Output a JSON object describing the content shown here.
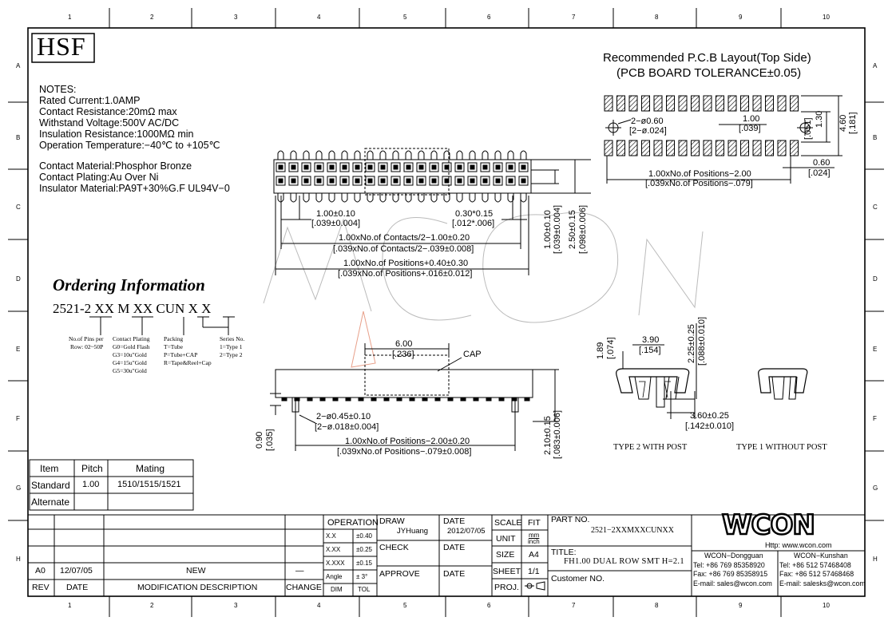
{
  "frame": {
    "col_labels": [
      "1",
      "2",
      "3",
      "4",
      "5",
      "6",
      "7",
      "8",
      "9",
      "10"
    ],
    "row_labels": [
      "A",
      "B",
      "C",
      "D",
      "E",
      "F",
      "G",
      "H"
    ]
  },
  "logo_text": "HSF",
  "watermark_text": "WCON",
  "notes": {
    "heading": "NOTES:",
    "lines": [
      "Rated Current:1.0AMP",
      "Contact Resistance:20mΩ max",
      "Withstand Voltage:500V AC/DC",
      "Insulation Resistance:1000MΩ min",
      "Operation Temperature:−40℃ to +105℃"
    ],
    "material_lines": [
      "Contact Material:Phosphor Bronze",
      "Contact Plating:Au Over Ni",
      "Insulator Material:PA9T+30%G.F UL94V−0"
    ]
  },
  "ordering": {
    "title": "Ordering Information",
    "part_prefix": "2521-2",
    "code_xx1": "XX",
    "code_m": "M",
    "code_xx2": "XX",
    "code_cun": "CUN",
    "code_x1": "X",
    "code_x2": "X",
    "pins_lines": [
      "No.of Pins per",
      "Row: 02~50P"
    ],
    "plating_lines": [
      "Contact Plating",
      "G0=Gold Flash",
      "G3=10u\"Gold",
      "G4=15u\"Gold",
      "G5=30u\"Gold"
    ],
    "packing_lines": [
      "Packing",
      "T=Tube",
      "P=Tube+CAP",
      "R=Tape&Reel+Cap"
    ],
    "series_lines": [
      "Series No.",
      "1=Type 1",
      "2=Type 2"
    ]
  },
  "pcb": {
    "title": "Recommended P.C.B Layout(Top Side)",
    "tolerance": "(PCB BOARD TOLERANCE±0.05)",
    "hole_dim_mm": "2−ø0.60",
    "hole_dim_in": "[2−ø.024]",
    "pitch_mm": "1.00",
    "pitch_in": "[.039]",
    "row_mm": "1.30",
    "row_in": "[.051]",
    "span_mm": "4.60",
    "span_in": "[.181]",
    "pad_mm": "0.60",
    "pad_in": "[.024]",
    "len_mm": "1.00xNo.of Positions−2.00",
    "len_in": "[.039xNo.of Positions−.079]"
  },
  "top_view": {
    "pitch_mm": "1.00±0.10",
    "pitch_in": "[.039±0.004]",
    "pin_mm": "0.30*0.15",
    "pin_in": "[.012*.006]",
    "contacts_mm": "1.00xNo.of Contacts/2−1.00±0.20",
    "contacts_in": "[.039xNo.of Contacts/2−.039±0.008]",
    "positions_mm": "1.00xNo.of Positions+0.40±0.30",
    "positions_in": "[.039xNo.of Positions+.016±0.012]",
    "v1_mm": "1.00±0.10",
    "v1_in": "[.039±0.004]",
    "v2_mm": "2.50±0.15",
    "v2_in": "[.098±0.006]"
  },
  "side_view": {
    "cap_mm": "6.00",
    "cap_in": "[.236]",
    "cap_label": "CAP",
    "post_mm": "2−ø0.45±0.10",
    "post_in": "[2−ø.018±0.004]",
    "len_mm": "1.00xNo.of Positions−2.00±0.20",
    "len_in": "[.039xNo.of Positions−.079±0.008]",
    "h_mm": "0.90",
    "h_in": "[.035]",
    "post_h_mm": "2.10±0.15",
    "post_h_in": "[.083±0.006]"
  },
  "end_view": {
    "d1_mm": "1.89",
    "d1_in": "[.074]",
    "d2_mm": "3.90",
    "d2_in": "[.154]",
    "d3_mm": "2.25±0.25",
    "d3_in": "[.088±0.010]",
    "d4_mm": "3.60±0.25",
    "d4_in": "[.142±0.010]",
    "type2": "TYPE 2 WITH POST",
    "type1": "TYPE 1 WITHOUT POST"
  },
  "pitch_table": {
    "headers": [
      "Item",
      "Pitch",
      "Mating"
    ],
    "rows": [
      [
        "Standard",
        "1.00",
        "1510/1515/1521"
      ],
      [
        "Alternate",
        "",
        ""
      ]
    ]
  },
  "title_block": {
    "rev_entry": {
      "rev": "A0",
      "date": "12/07/05",
      "desc": "NEW",
      "change": "—"
    },
    "rev_headers": {
      "rev": "REV",
      "date": "DATE",
      "desc": "MODIFICATION DESCRIPTION",
      "change": "CHANGE"
    },
    "operation": "OPERATION",
    "tol": [
      [
        "X.X",
        "±0.40"
      ],
      [
        "X.XX",
        "±0.25"
      ],
      [
        "X.XXX",
        "±0.15"
      ],
      [
        "Angle",
        "± 3°"
      ]
    ],
    "dim": "DIM",
    "tol_label": "TOL",
    "draw_label": "DRAW",
    "draw_name": "JYHuang",
    "date_label": "DATE",
    "draw_date": "2012/07/05",
    "check_label": "CHECK",
    "check_date_label": "DATE",
    "approve_label": "APPROVE",
    "approve_date_label": "DATE",
    "scale_label": "SCALE",
    "scale_value": "FIT",
    "unit_label": "UNIT",
    "unit_value_top": "mm",
    "unit_value_bottom": "inch",
    "size_label": "SIZE",
    "size_value": "A4",
    "sheet_label": "SHEET",
    "sheet_value": "1/1",
    "proj_label": "PROJ.",
    "part_no_label": "PART NO.",
    "part_no": "2521−2XXMXXCUNXX",
    "title_label": "TITLE:",
    "title_value": "FH1.00 DUAL ROW SMT H=2.1",
    "customer_label": "Customer NO.",
    "company_logo": "WCON",
    "website": "Http: www.wcon.com",
    "dongguan": [
      "WCON−Dongguan",
      "Tel: +86 769 85358920",
      "Fax: +86 769 85358915",
      "E-mail: sales@wcon.com"
    ],
    "kunshan": [
      "WCON−Kunshan",
      "Tel: +86 512 57468408",
      "Fax: +86 512 57468468",
      "E-mail: salesks@wcon.com"
    ]
  }
}
